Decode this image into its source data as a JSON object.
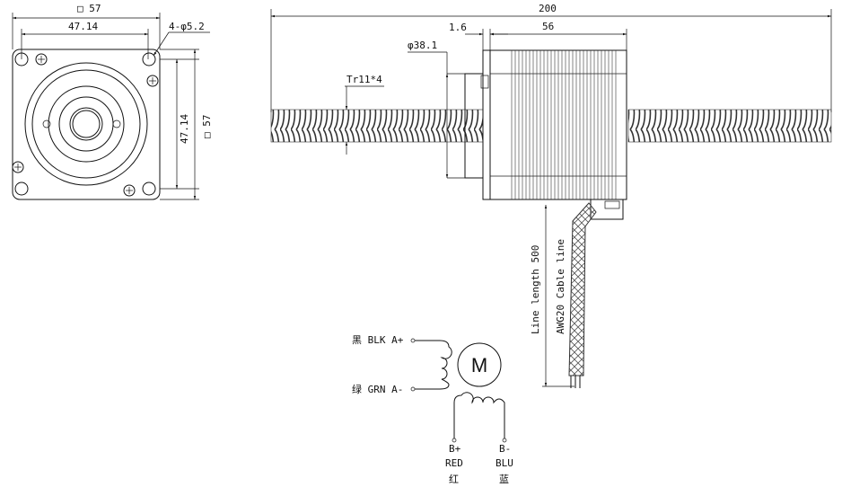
{
  "front_view": {
    "dim_outer_width": "□ 57",
    "dim_hole_pitch": "47.14",
    "dim_holes": "4-φ5.2",
    "dim_vertical_pitch": "47.14",
    "dim_outer_height": "□ 57"
  },
  "side_view": {
    "dim_total_length": "200",
    "dim_flange": "1.6",
    "dim_body_length": "56",
    "dim_boss_diameter": "φ38.1",
    "dim_screw": "Tr11*4",
    "line_length": "Line length 500",
    "cable": "AWG20 Cable line"
  },
  "wiring": {
    "motor_symbol": "M",
    "a_plus": "黑 BLK A+",
    "a_minus": "绿 GRN A-",
    "b_plus": "B+",
    "b_plus_color": "RED",
    "b_plus_cn": "红",
    "b_minus": "B-",
    "b_minus_color": "BLU",
    "b_minus_cn": "蓝"
  }
}
